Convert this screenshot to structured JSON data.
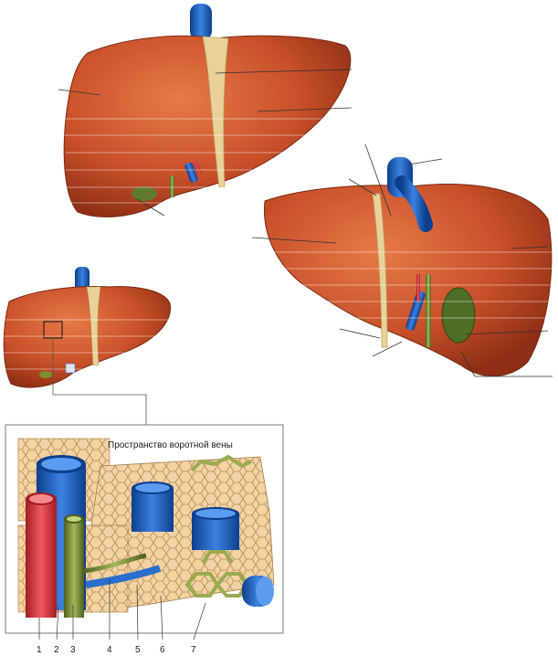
{
  "diagram": {
    "portal_space_label": "Пространство воротной вены",
    "numbers": [
      "1",
      "2",
      "3",
      "4",
      "5",
      "6",
      "7"
    ]
  },
  "colors": {
    "liver": "#c8502a",
    "liver_dark": "#9c3418",
    "ligament": "#e8d29a",
    "vein_blue": "#1f5fb8",
    "artery_red": "#d8333a",
    "bile_green": "#7a8f3a",
    "hepatocyte": "#f3d2a4"
  }
}
